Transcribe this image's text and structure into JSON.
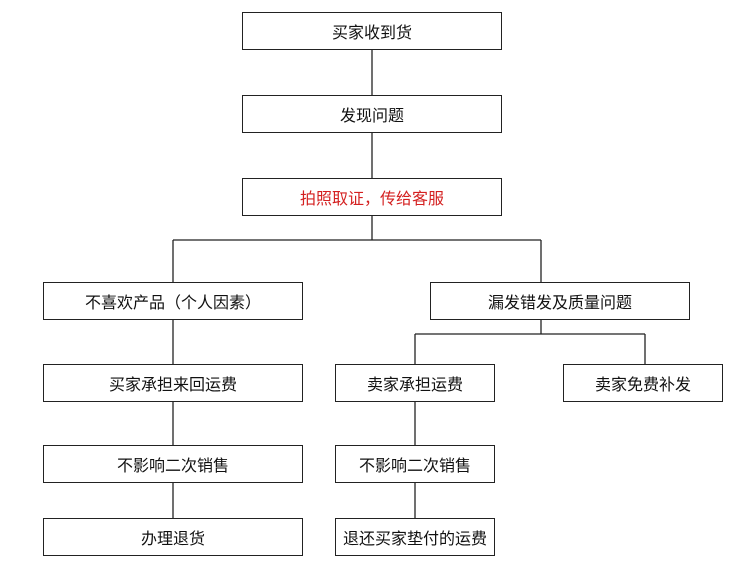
{
  "diagram": {
    "nodes": {
      "received": {
        "label": "买家收到货"
      },
      "found_problem": {
        "label": "发现问题"
      },
      "photo_evidence": {
        "label": "拍照取证，传给客服"
      },
      "dislike": {
        "label": "不喜欢产品（个人因素）"
      },
      "missing_quality": {
        "label": "漏发错发及质量问题"
      },
      "buyer_pays_return": {
        "label": "买家承担来回运费"
      },
      "no_effect_left": {
        "label": "不影响二次销售"
      },
      "process_return": {
        "label": "办理退货"
      },
      "seller_pays_shipping": {
        "label": "卖家承担运费"
      },
      "no_effect_mid": {
        "label": "不影响二次销售"
      },
      "refund_shipping": {
        "label": "退还买家垫付的运费"
      },
      "seller_reissue": {
        "label": "卖家免费补发"
      }
    },
    "edges": [
      [
        "received",
        "found_problem"
      ],
      [
        "found_problem",
        "photo_evidence"
      ],
      [
        "photo_evidence",
        "dislike"
      ],
      [
        "photo_evidence",
        "missing_quality"
      ],
      [
        "dislike",
        "buyer_pays_return"
      ],
      [
        "buyer_pays_return",
        "no_effect_left"
      ],
      [
        "no_effect_left",
        "process_return"
      ],
      [
        "missing_quality",
        "seller_pays_shipping"
      ],
      [
        "missing_quality",
        "seller_reissue"
      ],
      [
        "seller_pays_shipping",
        "no_effect_mid"
      ],
      [
        "no_effect_mid",
        "refund_shipping"
      ]
    ],
    "colors": {
      "highlight_text": "#d42020",
      "line": "#222222"
    }
  }
}
